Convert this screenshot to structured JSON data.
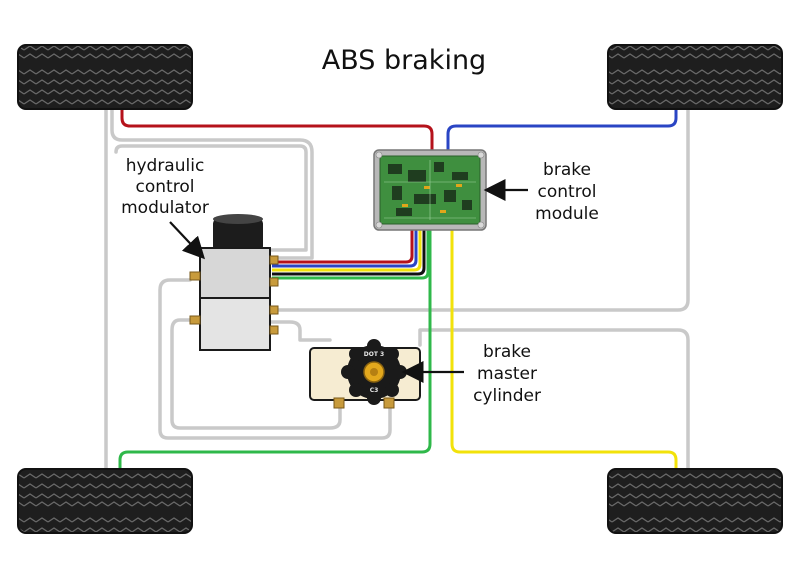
{
  "title": "ABS braking",
  "labels": {
    "modulator": [
      "hydraulic",
      "control",
      "modulator"
    ],
    "control_module": [
      "brake",
      "control",
      "module"
    ],
    "master_cylinder": [
      "brake",
      "master",
      "cylinder"
    ]
  },
  "cap_text": {
    "top": "DOT 3",
    "bottom": "C3"
  },
  "colors": {
    "wire_red": "#b5121b",
    "wire_blue": "#2a45c4",
    "wire_green": "#2fb84a",
    "wire_yellow": "#f2e20a",
    "wire_black": "#111111",
    "brake_line": "#cfcfcf",
    "tyre": "#1e1e1e",
    "module_board": "#3f8f3f",
    "modulator_body": "#d7d7d7",
    "reservoir": "#f6ecd2"
  },
  "icons": [
    "tyre-tread-icon",
    "circuit-board-icon",
    "reservoir-cap-icon",
    "arrow-icon"
  ]
}
